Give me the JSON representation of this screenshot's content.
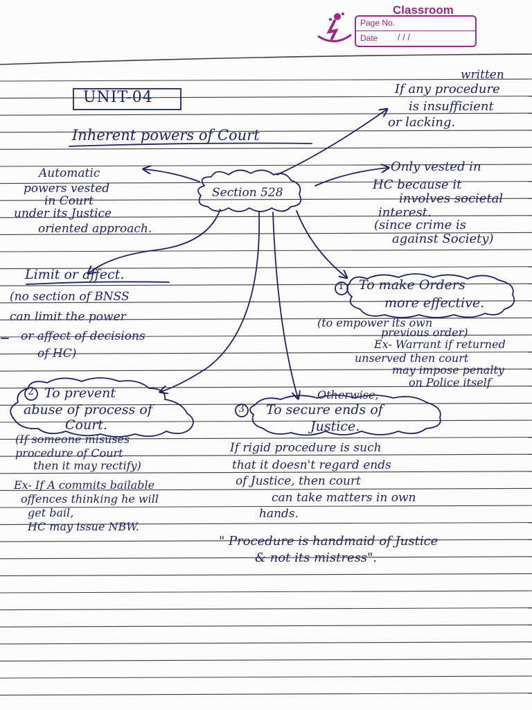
{
  "header": {
    "brand": "Classroom",
    "page_no_label": "Page No.",
    "date_label": "Date",
    "date_slashes": "/     /     /"
  },
  "colors": {
    "ink": "#23245e",
    "ruling": "#3b3f47",
    "brand": "#9a2a84",
    "paper": "#fbfbfa"
  },
  "notes": {
    "unit_title": "UNIT-04",
    "topic": "Inherent powers of Court",
    "center": "Section 528",
    "top_right": {
      "written": "written",
      "line1": "If any procedure",
      "line2": "is insufficient",
      "line3": "or lacking."
    },
    "left_automatic": [
      "Automatic",
      "powers vested",
      "in Court",
      "under its Justice",
      "oriented approach."
    ],
    "right_only": [
      "Only vested in",
      "HC   because it",
      "involves societal",
      "interest.",
      "(since crime is",
      "against Society)"
    ],
    "limit": {
      "heading": "Limit or affect.",
      "lines": [
        "(no section of BNSS",
        "can limit the power",
        "or affect of decisions",
        "of HC)"
      ]
    },
    "point1": {
      "number": "1",
      "title": [
        "To make Orders",
        "more effective."
      ],
      "lines": [
        "(to empower its own",
        "previous order)",
        "Ex- Warrant if returned",
        "unserved then court",
        "may impose penalty",
        "on Police itself"
      ]
    },
    "point2": {
      "number": "2",
      "title": [
        "To prevent",
        "abuse of process of",
        "Court."
      ],
      "lines": [
        "(If someone misuses",
        "procedure of Court",
        "then it may rectify)",
        "Ex- If A commits bailable",
        "offences thinking he will",
        "get bail,",
        "HC may issue NBW."
      ]
    },
    "point3": {
      "number": "3",
      "otherwise": "Otherwise,",
      "title": [
        "To secure ends of",
        "Justice."
      ],
      "lines": [
        "If rigid procedure is such",
        "that it doesn't regard ends",
        "of Justice, then court",
        "can take matters in own",
        "hands."
      ]
    },
    "quote": [
      "\" Procedure is handmaid of Justice",
      "& not its mistress\"."
    ]
  }
}
